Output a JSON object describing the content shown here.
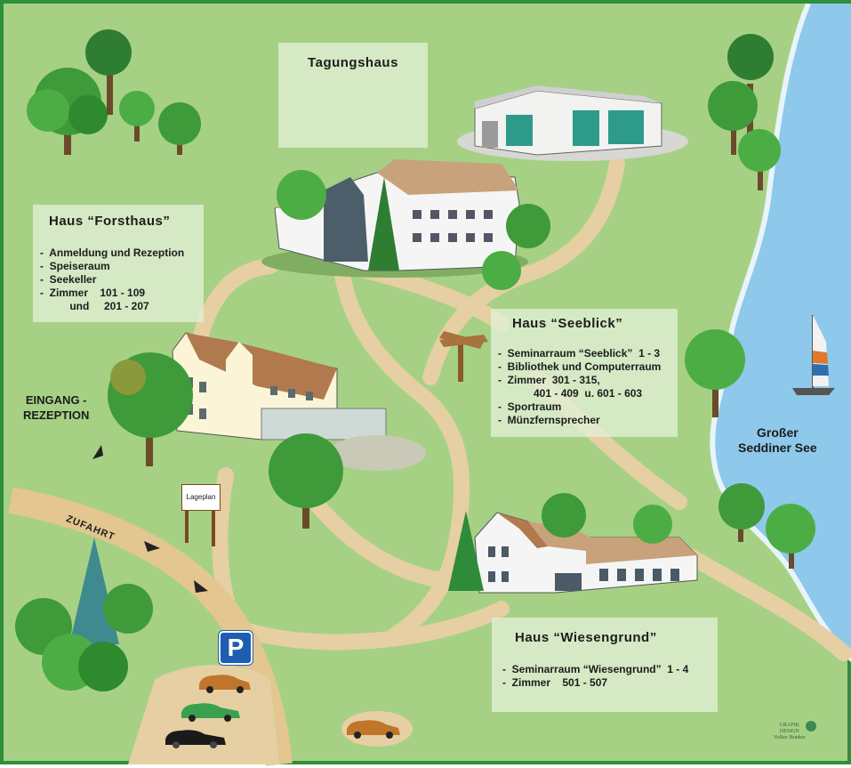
{
  "buildings": {
    "tagungshaus": {
      "title": "Tagungshaus"
    },
    "forsthaus": {
      "title": "Haus “Forsthaus”",
      "items": [
        "Anmeldung und Rezeption",
        "Speiseraum",
        "Seekeller",
        "Zimmer    101 - 109"
      ],
      "continuation": "          und     201 - 207"
    },
    "seeblick": {
      "title": "Haus “Seeblick”",
      "items": [
        "Seminarraum “Seeblick”  1 - 3",
        "Bibliothek und Computerraum",
        "Zimmer  301 - 315,"
      ],
      "continuation": "            401 - 409  u. 601 - 603",
      "items_after": [
        "Sportraum",
        "Münzfernsprecher"
      ]
    },
    "wiesengrund": {
      "title": "Haus “Wiesengrund”",
      "items": [
        "Seminarraum “Wiesengrund”  1 - 4",
        "Zimmer    501 - 507"
      ]
    }
  },
  "labels": {
    "eingang": "EINGANG -\nREZEPTION",
    "zufahrt": "ZUFAHRT",
    "see": "Großer\nSeddiner See",
    "lageplan": "Lageplan",
    "parking": "P"
  },
  "logo": {
    "line1": "GRAFIK",
    "line2": "DESIGN",
    "line3": "Volker Brinkm"
  },
  "colors": {
    "grass": "#a6d185",
    "path": "#e6cfa3",
    "lake": "#8ec8ea",
    "border": "#2f8f3a",
    "parking_sign": "#1f5db0"
  },
  "icons": {
    "parking": "parking-sign-icon",
    "signpost": "signpost-icon",
    "sailboat": "sailboat-icon",
    "car": "car-icon",
    "tree": "tree-icon"
  }
}
